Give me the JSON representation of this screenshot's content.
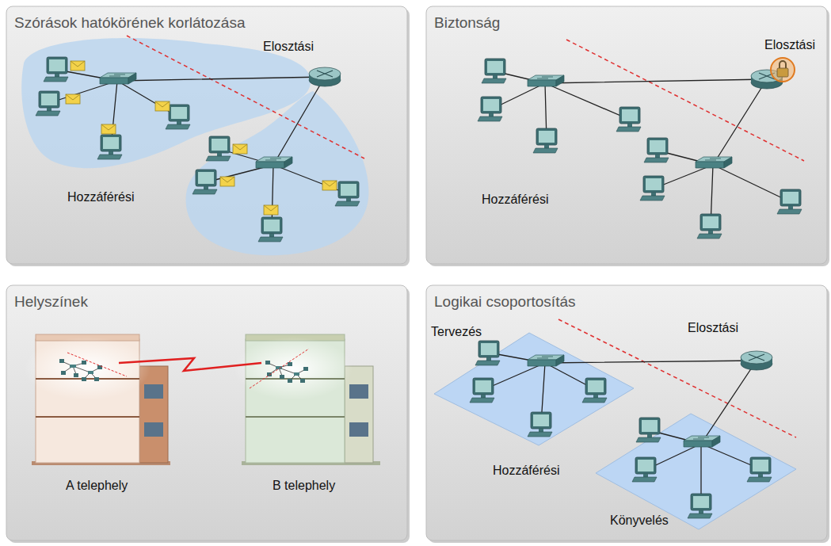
{
  "diagram": {
    "nodes": [
      {
        "text": [
          "Szórások hatókörének korlátozása"
        ]
      },
      {
        "text": [
          "Biztonság"
        ]
      },
      {
        "text": [
          "Helyszínek"
        ]
      },
      {
        "text": [
          "Logikai csoportosítás"
        ]
      }
    ],
    "labels": [
      "Elosztási",
      "Hozzáférési",
      "Elosztási",
      "Hozzáférési",
      "A telephely",
      "B telephely",
      "Tervezés",
      "Elosztási",
      "Hozzáférési",
      "Könyvelés"
    ]
  }
}
